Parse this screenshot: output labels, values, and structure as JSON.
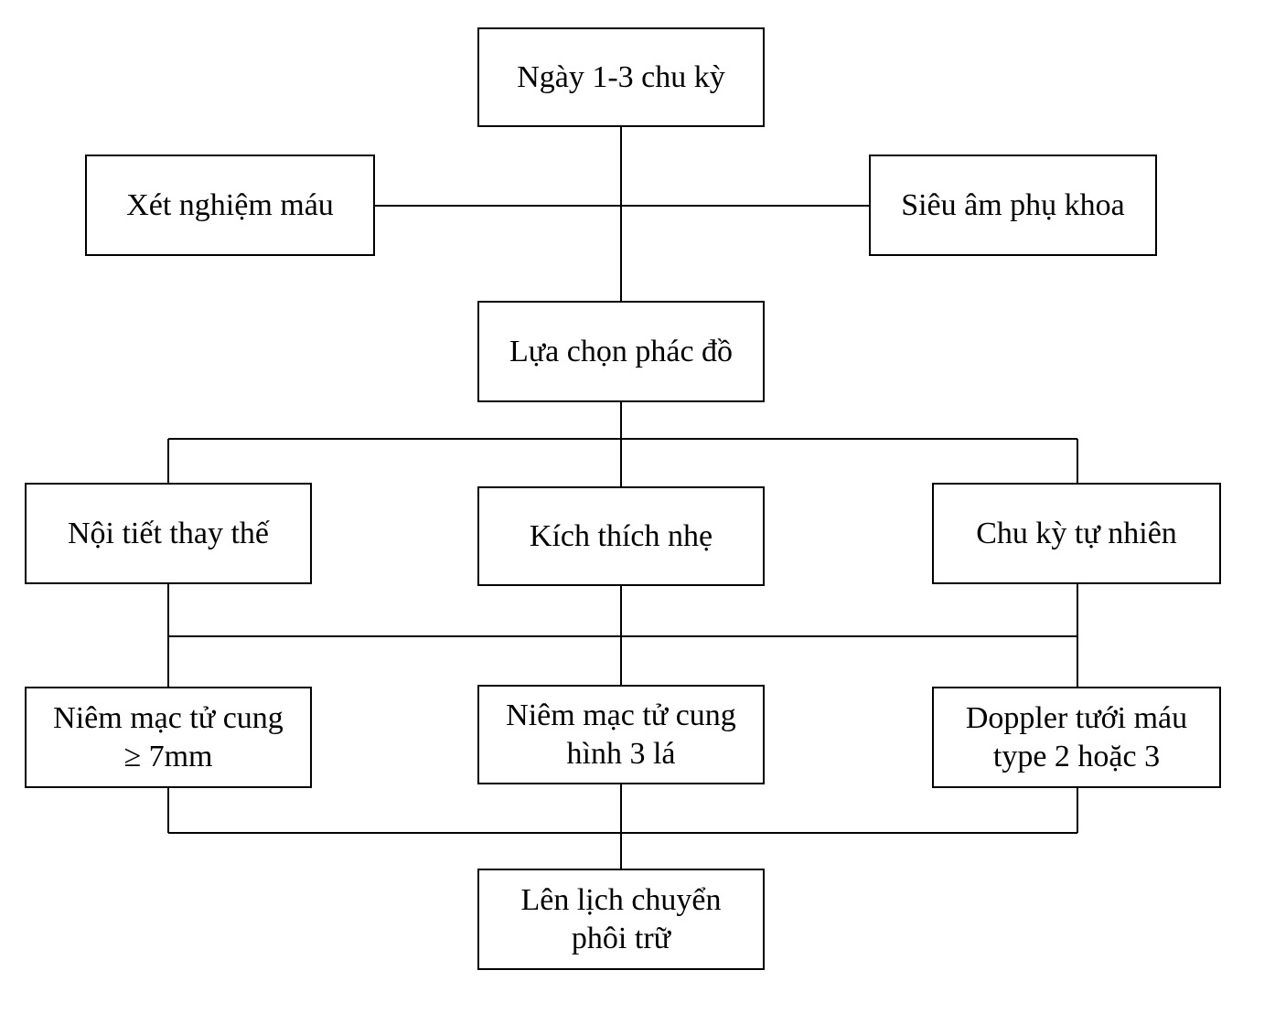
{
  "diagram": {
    "line_color": "#000000",
    "nodes": {
      "start": [
        "Ngày 1-3 chu kỳ"
      ],
      "blood_test": [
        "Xét nghiệm máu"
      ],
      "ultrasound": [
        "Siêu âm phụ khoa"
      ],
      "protocol": [
        "Lựa chọn phác đồ"
      ],
      "hrt": [
        "Nội tiết thay thế"
      ],
      "mild_stim": [
        "Kích thích nhẹ"
      ],
      "natural": [
        "Chu kỳ tự nhiên"
      ],
      "endometrium_thickness": [
        "Niêm mạc tử cung",
        "≥ 7mm"
      ],
      "endometrium_trilaminar": [
        "Niêm mạc tử cung",
        "hình 3 lá"
      ],
      "doppler": [
        "Doppler tưới máu",
        "type 2 hoặc 3"
      ],
      "schedule_fet": [
        "Lên lịch chuyển",
        "phôi trữ"
      ]
    }
  }
}
